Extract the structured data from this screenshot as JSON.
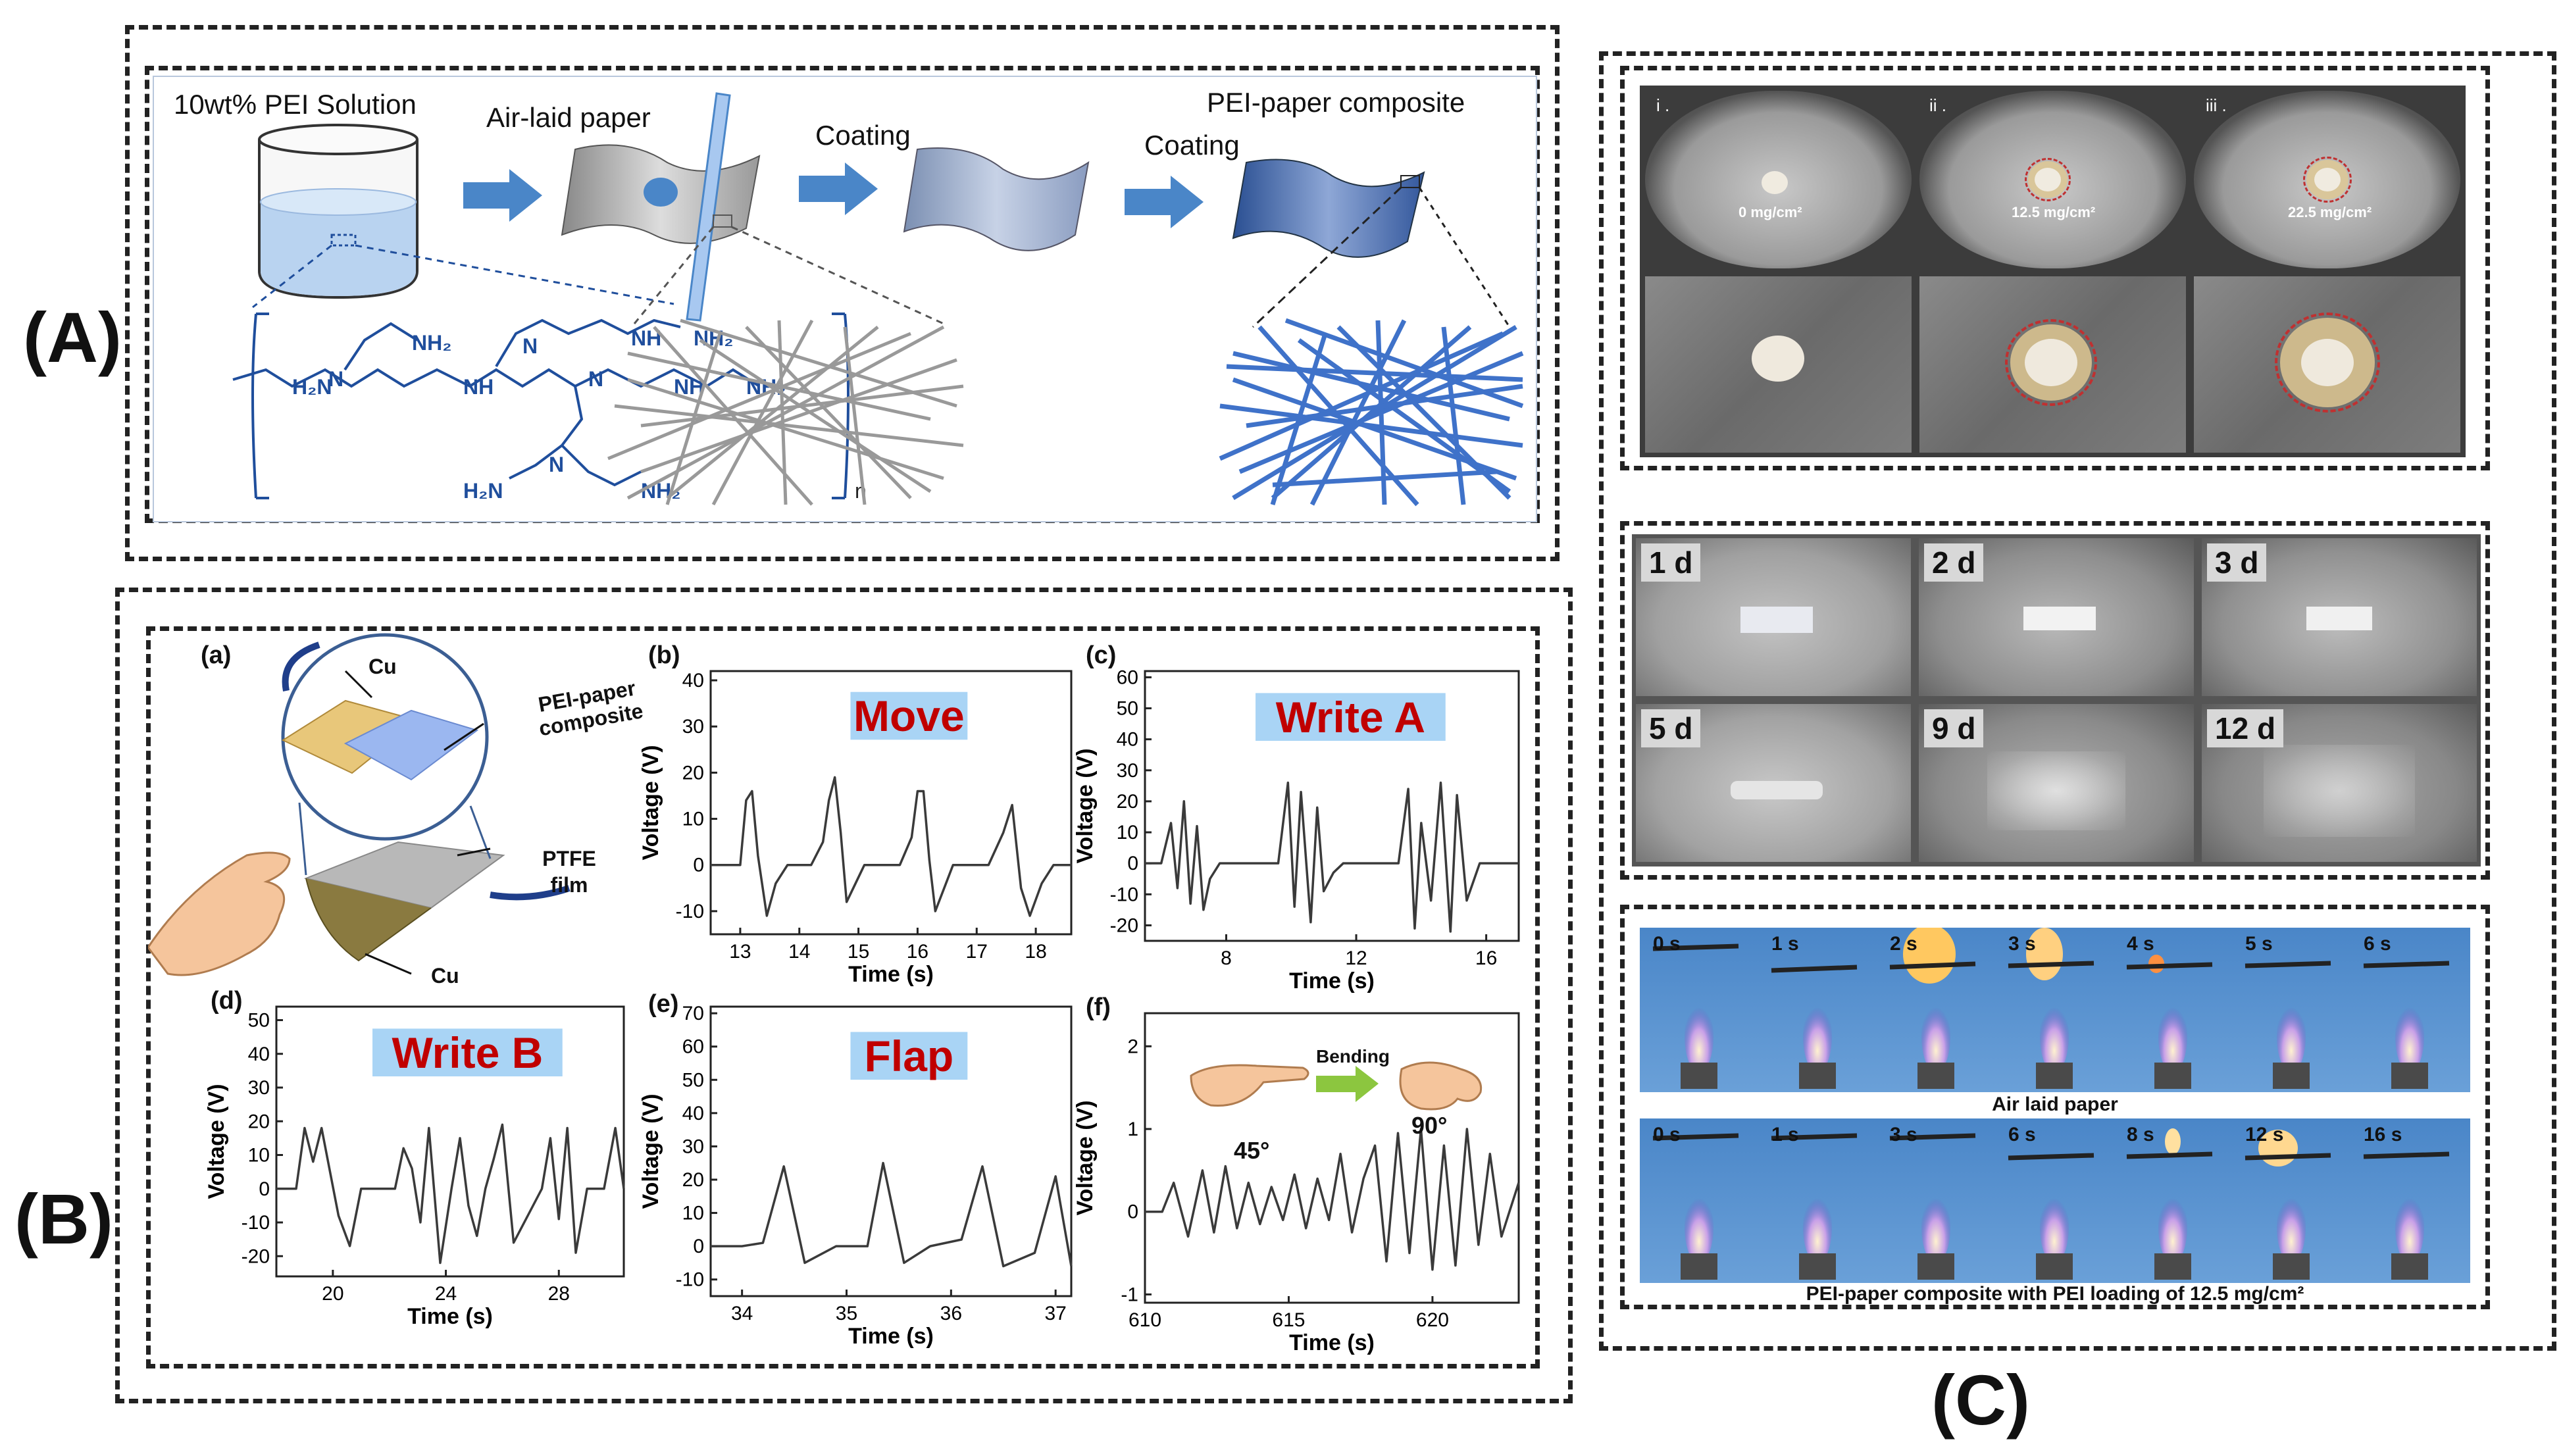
{
  "panel_labels": {
    "A": "(A)",
    "B": "(B)",
    "C": "(C)"
  },
  "A": {
    "solution_label": "10wt% PEI Solution",
    "airlaid_label": "Air-laid paper",
    "coating1": "Coating",
    "coating2": "Coating",
    "composite_label": "PEI-paper composite",
    "chem": {
      "nh2": "NH₂",
      "nh": "NH",
      "n": "N",
      "h2n": "H₂N",
      "sub_n": "n"
    }
  },
  "B": {
    "sub_labels": [
      "(a)",
      "(b)",
      "(c)",
      "(d)",
      "(e)",
      "(f)"
    ],
    "device": {
      "cu_top": "Cu",
      "pei_paper": "PEI-paper composite",
      "ptfe": "PTFE film",
      "cu_bottom": "Cu"
    },
    "bending": {
      "label": "Bending",
      "angle1": "45°",
      "angle2": "90°"
    }
  },
  "chart_data": [
    {
      "id": "b",
      "type": "line",
      "title": "Move",
      "xlabel": "Time (s)",
      "ylabel": "Voltage (V)",
      "xlim": [
        12.5,
        18.6
      ],
      "ylim": [
        -15,
        42
      ],
      "xticks": [
        13,
        14,
        15,
        16,
        17,
        18
      ],
      "yticks": [
        -10,
        0,
        10,
        20,
        30,
        40
      ],
      "x": [
        12.5,
        13.0,
        13.1,
        13.2,
        13.3,
        13.45,
        13.6,
        13.8,
        14.2,
        14.4,
        14.5,
        14.6,
        14.7,
        14.8,
        14.95,
        15.1,
        15.3,
        15.7,
        15.9,
        16.0,
        16.1,
        16.2,
        16.3,
        16.45,
        16.6,
        16.8,
        17.2,
        17.45,
        17.6,
        17.75,
        17.9,
        18.1,
        18.3,
        18.6
      ],
      "values": [
        0,
        0,
        14,
        16,
        2,
        -11,
        -4,
        0,
        0,
        5,
        14,
        19,
        7,
        -8,
        -4,
        0,
        0,
        0,
        6,
        16,
        16,
        1,
        -10,
        -5,
        0,
        0,
        0,
        7,
        13,
        -5,
        -11,
        -4,
        0,
        0
      ]
    },
    {
      "id": "c",
      "type": "line",
      "title": "Write A",
      "xlabel": "Time (s)",
      "ylabel": "Voltage (V)",
      "xlim": [
        5.5,
        17.0
      ],
      "ylim": [
        -25,
        62
      ],
      "xticks": [
        8,
        12,
        16
      ],
      "yticks": [
        -20,
        -10,
        0,
        10,
        20,
        30,
        40,
        50,
        60
      ],
      "x": [
        5.5,
        6.0,
        6.3,
        6.5,
        6.7,
        6.9,
        7.1,
        7.3,
        7.5,
        7.8,
        9.6,
        9.9,
        10.1,
        10.3,
        10.6,
        10.8,
        11.0,
        11.3,
        11.6,
        11.9,
        12.2,
        13.3,
        13.6,
        13.8,
        14.0,
        14.3,
        14.6,
        14.9,
        15.1,
        15.4,
        15.8,
        17.0
      ],
      "values": [
        0,
        0,
        13,
        -8,
        20,
        -13,
        12,
        -15,
        -5,
        0,
        0,
        26,
        -14,
        23,
        -19,
        18,
        -9,
        -3,
        0,
        0,
        0,
        0,
        24,
        -21,
        13,
        -12,
        26,
        -22,
        22,
        -12,
        0,
        0
      ]
    },
    {
      "id": "d",
      "type": "line",
      "title": "Write B",
      "xlabel": "Time (s)",
      "ylabel": "Voltage (V)",
      "xlim": [
        18,
        30.3
      ],
      "ylim": [
        -26,
        54
      ],
      "xticks": [
        20,
        24,
        28
      ],
      "yticks": [
        -20,
        -10,
        0,
        10,
        20,
        30,
        40,
        50
      ],
      "x": [
        18,
        18.7,
        19.0,
        19.3,
        19.6,
        19.9,
        20.2,
        20.6,
        21.0,
        22.2,
        22.5,
        22.8,
        23.1,
        23.4,
        23.8,
        24.2,
        24.5,
        24.8,
        25.1,
        25.4,
        25.7,
        26.0,
        26.4,
        27.4,
        27.7,
        28.0,
        28.3,
        28.6,
        29.0,
        29.6,
        30.0,
        30.3
      ],
      "values": [
        0,
        0,
        18,
        8,
        18,
        5,
        -8,
        -17,
        0,
        0,
        12,
        6,
        -10,
        18,
        -22,
        0,
        15,
        -5,
        -14,
        0,
        9,
        19,
        -16,
        0,
        15,
        -9,
        18,
        -19,
        0,
        0,
        18,
        0
      ]
    },
    {
      "id": "e",
      "type": "line",
      "title": "Flap",
      "xlabel": "Time (s)",
      "ylabel": "Voltage (V)",
      "xlim": [
        33.7,
        37.15
      ],
      "ylim": [
        -15,
        72
      ],
      "xticks": [
        34,
        35,
        36,
        37
      ],
      "yticks": [
        -10,
        0,
        10,
        20,
        30,
        40,
        50,
        60,
        70
      ],
      "x": [
        33.7,
        34.0,
        34.2,
        34.4,
        34.6,
        34.9,
        35.2,
        35.35,
        35.55,
        35.8,
        36.1,
        36.3,
        36.5,
        36.8,
        37.0,
        37.15
      ],
      "values": [
        0,
        0,
        1,
        24,
        -5,
        0,
        0,
        25,
        -5,
        0,
        2,
        24,
        -6,
        -2,
        21,
        -6
      ]
    },
    {
      "id": "f",
      "type": "line",
      "title": "",
      "xlabel": "Time (s)",
      "ylabel": "Voltage (V)",
      "xlim": [
        610,
        623
      ],
      "ylim": [
        -1.1,
        2.4
      ],
      "xticks": [
        610,
        615,
        620
      ],
      "yticks": [
        -1,
        0,
        1,
        2
      ],
      "x": [
        610,
        610.6,
        611.0,
        611.5,
        612.0,
        612.4,
        612.8,
        613.2,
        613.6,
        614.0,
        614.4,
        614.8,
        615.2,
        615.6,
        616.0,
        616.4,
        616.8,
        617.2,
        617.6,
        618.0,
        618.4,
        618.8,
        619.2,
        619.6,
        620.0,
        620.4,
        620.8,
        621.2,
        621.6,
        622.0,
        622.4,
        623
      ],
      "values": [
        0,
        0,
        0.35,
        -0.3,
        0.5,
        -0.25,
        0.55,
        -0.2,
        0.35,
        -0.15,
        0.3,
        -0.1,
        0.45,
        -0.2,
        0.4,
        -0.1,
        0.7,
        -0.25,
        0.4,
        0.8,
        -0.6,
        0.95,
        -0.5,
        1.0,
        -0.7,
        0.8,
        -0.65,
        1.0,
        -0.4,
        0.7,
        -0.3,
        0.35
      ]
    }
  ],
  "C": {
    "dish_labels": [
      "i .",
      "ii .",
      "iii ."
    ],
    "dish_loadings": [
      "0 mg/cm²",
      "12.5 mg/cm²",
      "22.5 mg/cm²"
    ],
    "days": [
      "1 d",
      "2 d",
      "3 d",
      "5 d",
      "9 d",
      "12 d"
    ],
    "burn_row1_times": [
      "0 s",
      "1 s",
      "2 s",
      "3 s",
      "4 s",
      "5 s",
      "6 s"
    ],
    "burn_row1_caption": "Air laid paper",
    "burn_row2_times": [
      "0 s",
      "1 s",
      "3 s",
      "6 s",
      "8 s",
      "12 s",
      "16 s"
    ],
    "burn_row2_caption": "PEI-paper composite with PEI loading of 12.5 mg/cm²"
  },
  "colors": {
    "arrow": "#4a86c8",
    "chem_blue": "#1f4e9c",
    "title_red": "#c00000",
    "title_bg": "#a9d4f5",
    "fiber_blue": "#3f72c9"
  }
}
